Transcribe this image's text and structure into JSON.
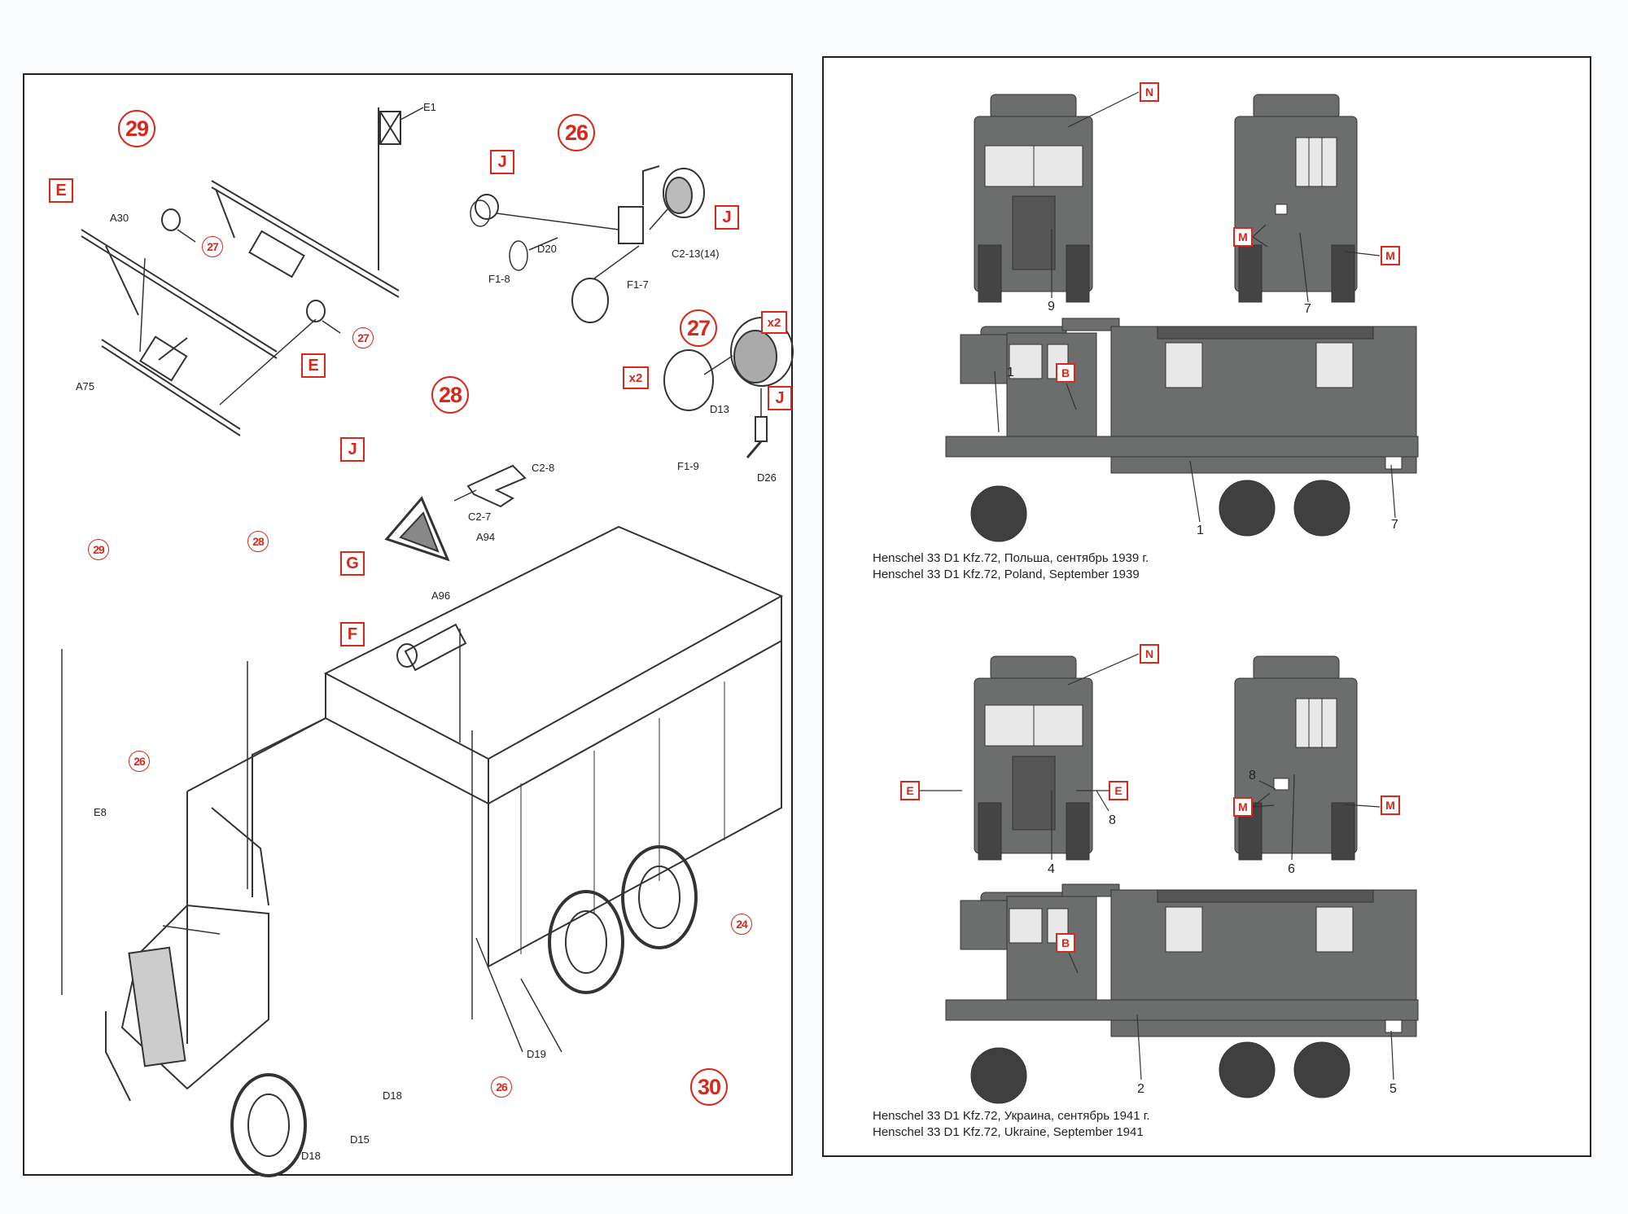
{
  "left_page": {
    "steps": {
      "s29": "29",
      "s26": "26",
      "s27": "27",
      "s28": "28",
      "s30": "30",
      "ref27a": "27",
      "ref27b": "27",
      "ref29": "29",
      "ref28": "28",
      "ref26a": "26",
      "ref26b": "26",
      "ref24": "24"
    },
    "color_codes": {
      "e1": "E",
      "e2": "E",
      "j1": "J",
      "j2": "J",
      "j3": "J",
      "j4": "J",
      "g": "G",
      "f": "F",
      "x2a": "x2",
      "x2b": "x2"
    },
    "parts": {
      "e1_part": "E1",
      "a30": "A30",
      "a75": "A75",
      "d20": "D20",
      "f1_8": "F1-8",
      "c2_13": "C2-13(14)",
      "f1_7": "F1-7",
      "d13": "D13",
      "f1_9": "F1-9",
      "d26": "D26",
      "c2_8": "C2-8",
      "c2_7": "C2-7",
      "a94": "A94",
      "a96": "A96",
      "e8": "E8",
      "d19": "D19",
      "d18a": "D18",
      "d15": "D15",
      "d18b": "D18"
    }
  },
  "right_page": {
    "scheme1": {
      "labels": {
        "n": "N",
        "m1": "M",
        "m2": "M",
        "b": "B"
      },
      "numbers": {
        "front": "9",
        "rear": "7",
        "side_left": "1",
        "side_mid": "1",
        "side_right": "7"
      },
      "caption_ru": "Henschel 33 D1 Kfz.72, Польша, сентябрь 1939 г.",
      "caption_en": "Henschel 33 D1 Kfz.72, Poland, September 1939"
    },
    "scheme2": {
      "labels": {
        "n": "N",
        "e1": "E",
        "e2": "E",
        "m1": "M",
        "m2": "M",
        "b": "B"
      },
      "numbers": {
        "front": "4",
        "front_right": "8",
        "rear_left": "8",
        "rear": "6",
        "side_mid": "2",
        "side_right": "5"
      },
      "caption_ru": "Henschel 33 D1 Kfz.72, Украина, сентябрь 1941 г.",
      "caption_en": "Henschel 33 D1 Kfz.72, Ukraine, September 1941"
    }
  },
  "colors": {
    "accent_red": "#d8281c",
    "vehicle_gray": "#6b6e6c",
    "line": "#222222"
  }
}
